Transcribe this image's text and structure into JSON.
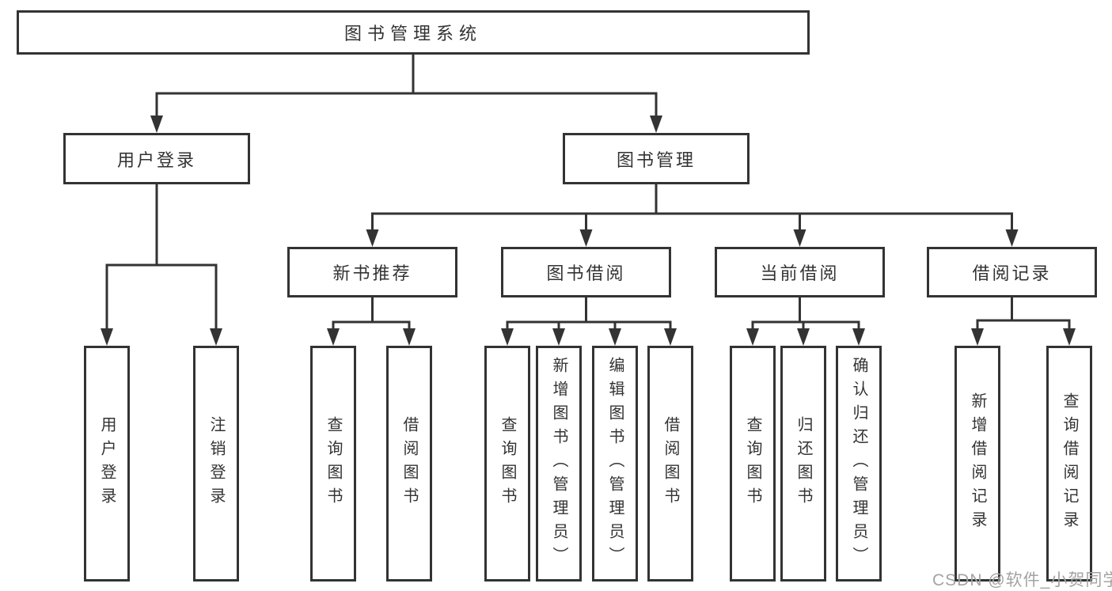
{
  "diagram": {
    "root": {
      "label": "图书管理系统"
    },
    "branches": [
      {
        "label": "用户登录",
        "children": [
          "用户登录",
          "注销登录"
        ]
      },
      {
        "label": "图书管理",
        "children": [
          {
            "label": "新书推荐",
            "children": [
              "查询图书",
              "借阅图书"
            ]
          },
          {
            "label": "图书借阅",
            "children": [
              "查询图书",
              "新增图书（管理员）",
              "编辑图书（管理员）",
              "借阅图书"
            ]
          },
          {
            "label": "当前借阅",
            "children": [
              "查询图书",
              "归还图书",
              "确认归还（管理员）"
            ]
          },
          {
            "label": "借阅记录",
            "children": [
              "新增借阅记录",
              "查询借阅记录"
            ]
          }
        ]
      }
    ]
  },
  "watermark": "CSDN @软件_小贺同学",
  "colors": {
    "line": "#333333",
    "box_border": "#333333",
    "text": "#333333",
    "watermark": "#a3a3a3",
    "background": "#ffffff"
  }
}
